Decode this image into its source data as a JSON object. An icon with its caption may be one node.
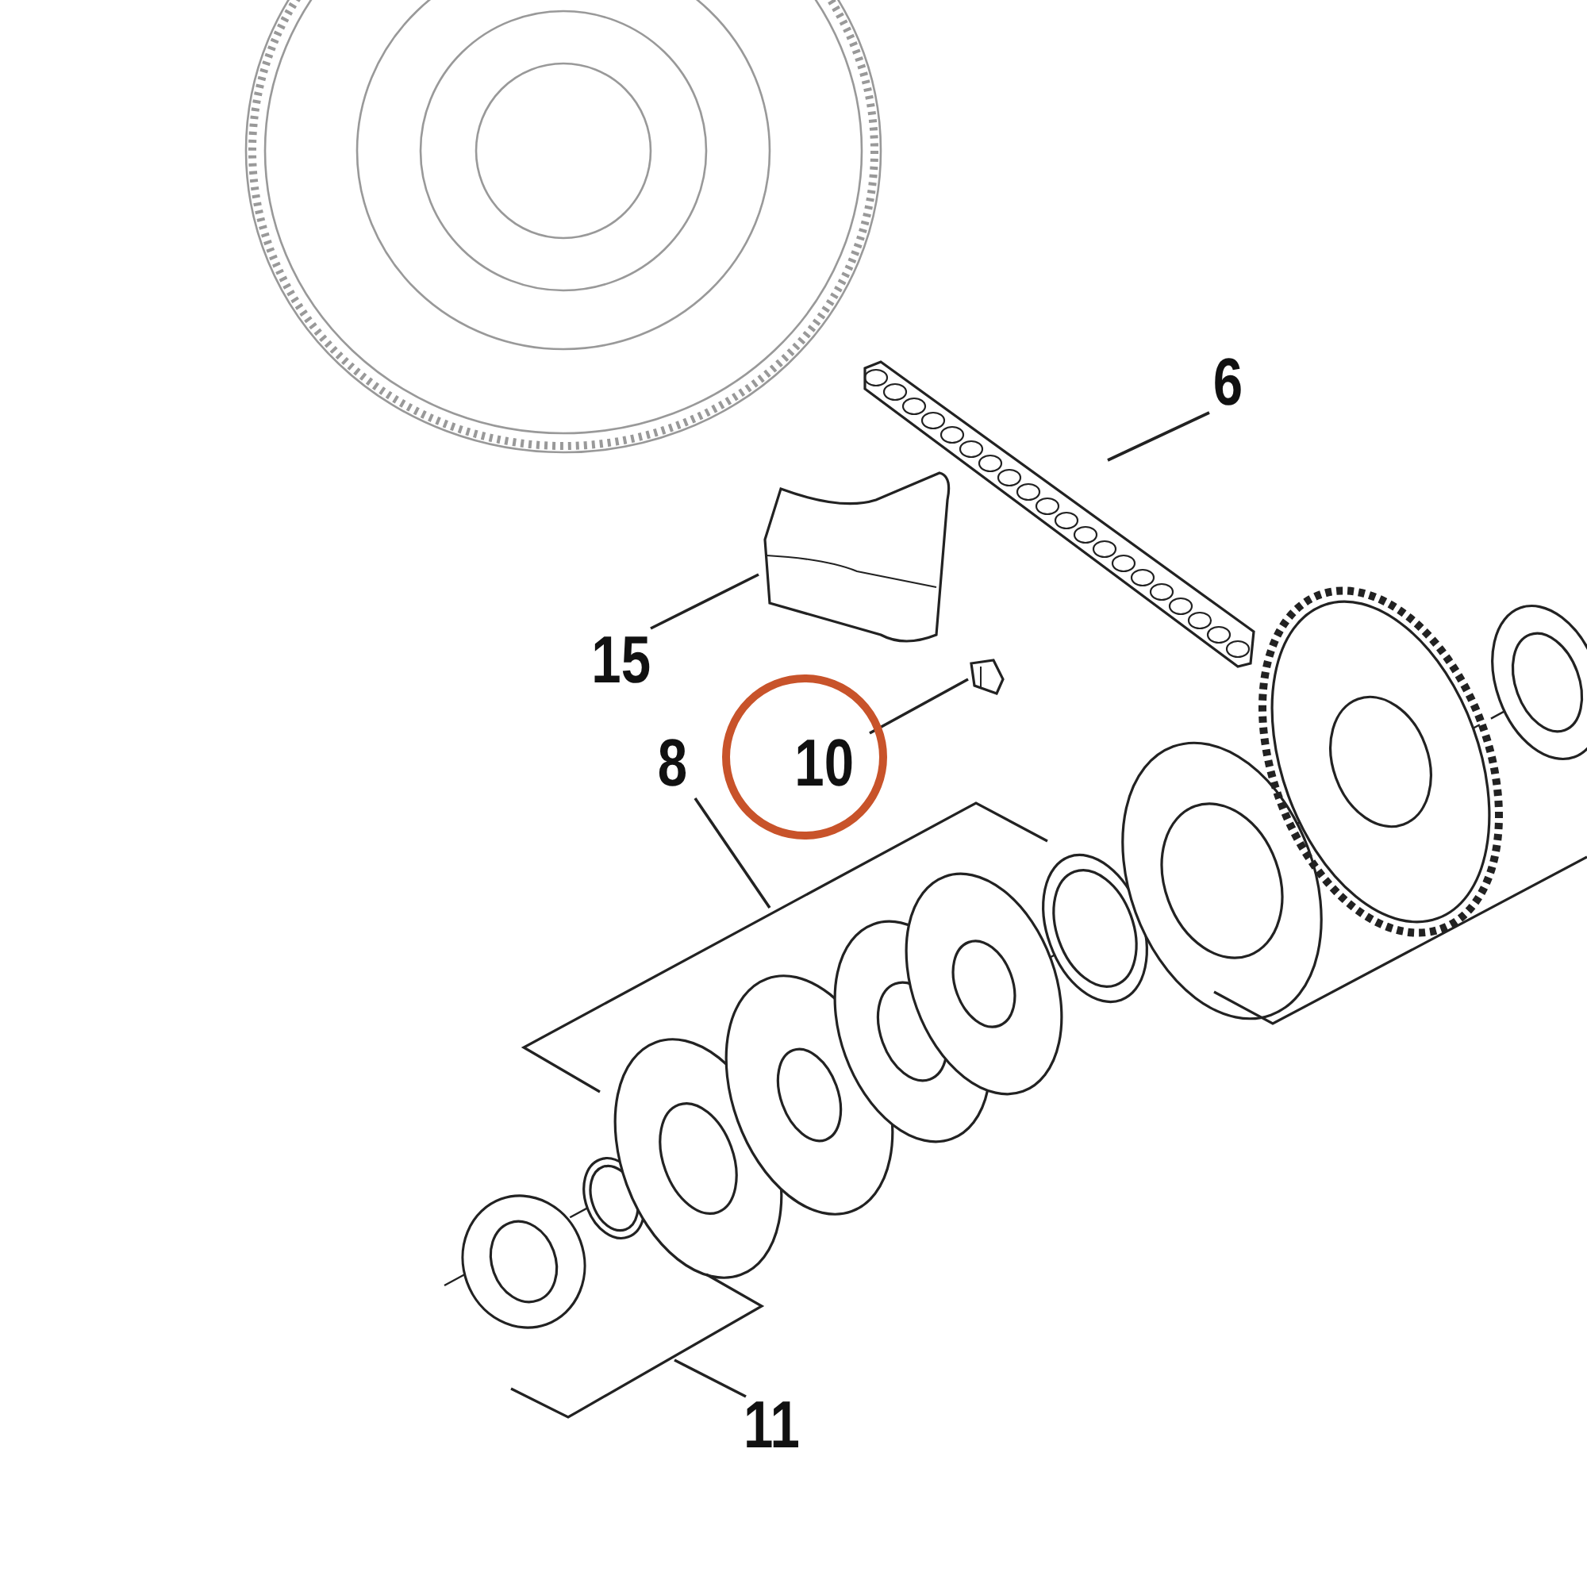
{
  "diagram": {
    "nodes": [
      {
        "text": [
          "6"
        ]
      },
      {
        "text": [],
        "shape": "picture"
      },
      {
        "text": [
          "15"
        ]
      },
      {
        "text": [],
        "shape": "picture"
      },
      {
        "text": [
          "10"
        ]
      },
      {
        "text": [],
        "shape": "picture"
      },
      {
        "text": [
          "8"
        ]
      },
      {
        "text": [],
        "shape": "bracket"
      },
      {
        "text": [
          "11"
        ]
      },
      {
        "text": [],
        "shape": "bracket"
      }
    ],
    "edges": [
      {
        "from": 0,
        "to": 1,
        "arrow": "none"
      },
      {
        "from": 2,
        "to": 3,
        "arrow": "none"
      },
      {
        "from": 4,
        "to": 5,
        "arrow": "none"
      },
      {
        "from": 6,
        "to": 7,
        "arrow": "none"
      },
      {
        "from": 8,
        "to": 9,
        "arrow": "none"
      }
    ]
  }
}
